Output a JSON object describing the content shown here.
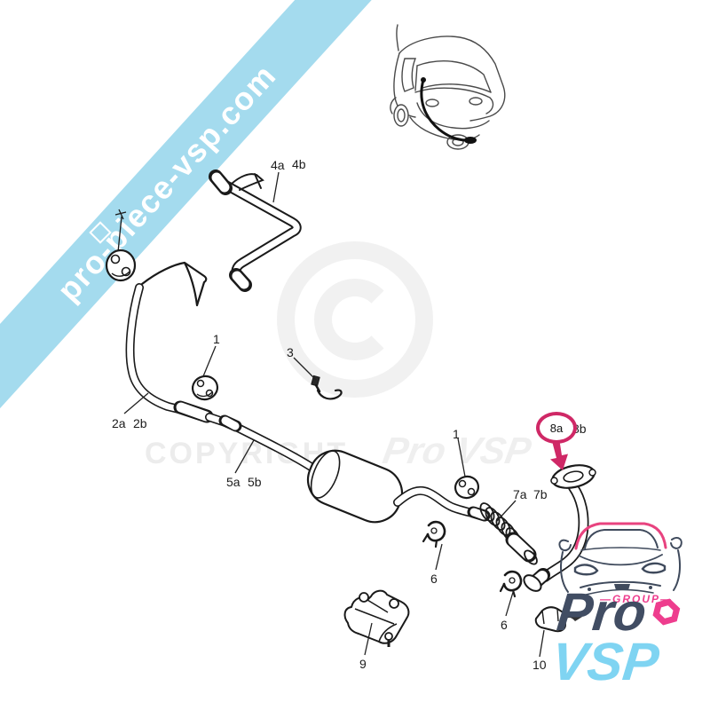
{
  "banner": {
    "text": "pro-piece-vsp.com",
    "background": "#a4dbee",
    "text_color": "#ffffff"
  },
  "watermark": {
    "copyright": "COPYRIGHT",
    "brand": "Pro VSP",
    "color": "#ececec"
  },
  "labels": {
    "l4a": "4a",
    "l4b": "4b",
    "l1a": "1",
    "l1b": "1",
    "l2a": "2a",
    "l2b": "2b",
    "l3": "3",
    "l5a": "5a",
    "l5b": "5b",
    "l6a": "6",
    "l6b": "6",
    "l7a": "7a",
    "l7b": "7b",
    "l8a": "8a",
    "l8b": "8b",
    "l9": "9",
    "l10": "10"
  },
  "highlight": {
    "label": "8a",
    "color": "#cf2866",
    "shape": "ellipse-with-arrow"
  },
  "logo": {
    "group": "—GROUP—",
    "pro": "Pro",
    "vsp": "VSP",
    "pink": "#ee3d8e",
    "navy": "#414d63",
    "blue": "#7fd4f2"
  },
  "icons": {
    "car_sketch": "vehicle-top-sketch",
    "pink_car": "car-front-sketch",
    "hex_nut": "hexagon-nut-icon"
  }
}
